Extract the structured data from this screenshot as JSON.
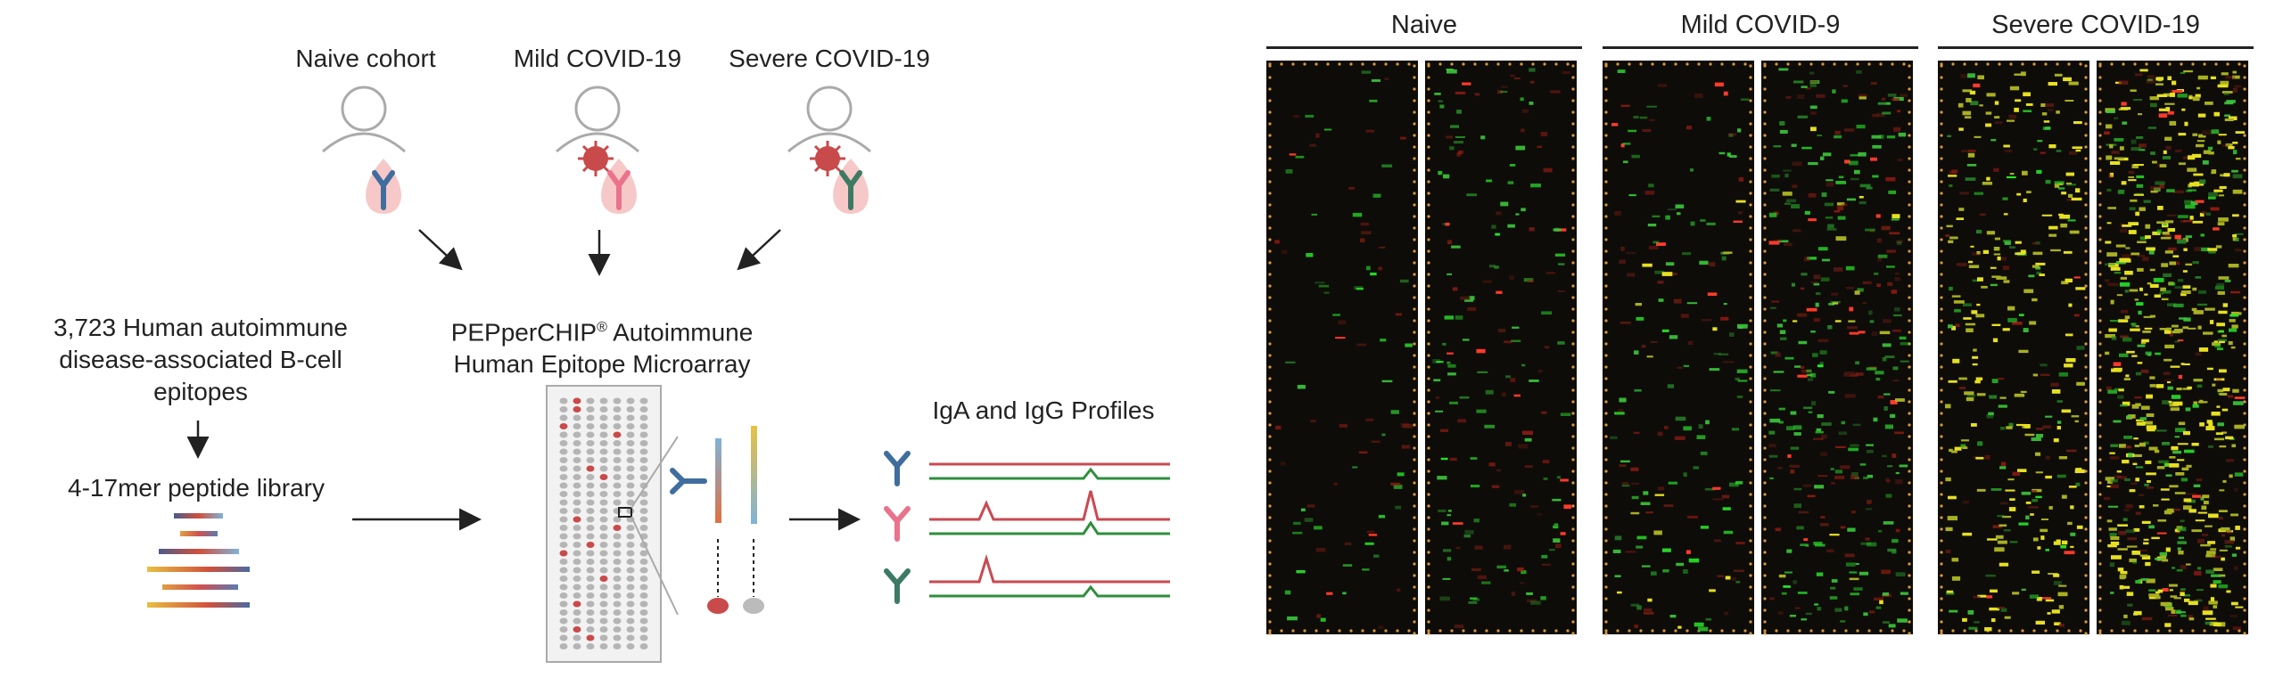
{
  "workflow": {
    "cohorts": [
      {
        "label": "Naive cohort",
        "virus": false,
        "antibody_color": "#3f6d9e"
      },
      {
        "label": "Mild COVID-19",
        "virus": true,
        "antibody_color": "#e9738a"
      },
      {
        "label": "Severe COVID-19",
        "virus": true,
        "antibody_color": "#3d7a63"
      }
    ],
    "library_source": "3,723 Human autoimmune disease-associated B-cell epitopes",
    "library_label": "4-17mer peptide library",
    "microarray_title_1": "PEPperCHIP",
    "microarray_reg": "®",
    "microarray_title_2": " Autoimmune",
    "microarray_title_3": "Human Epitope Microarray",
    "profiles_label": "IgA and IgG Profiles",
    "colors": {
      "iga": "#c94a52",
      "igg": "#2f8f3c",
      "virus": "#c94a4a",
      "drop": "#f6c8c8",
      "person": "#aaaaaa"
    }
  },
  "scan_panels": [
    {
      "title": "Naive",
      "intensity": 0.25,
      "yellow": 0.0
    },
    {
      "title": "Mild COVID-9",
      "intensity": 0.5,
      "yellow": 0.05
    },
    {
      "title": "Severe COVID-19",
      "intensity": 1.0,
      "yellow": 0.6
    }
  ]
}
